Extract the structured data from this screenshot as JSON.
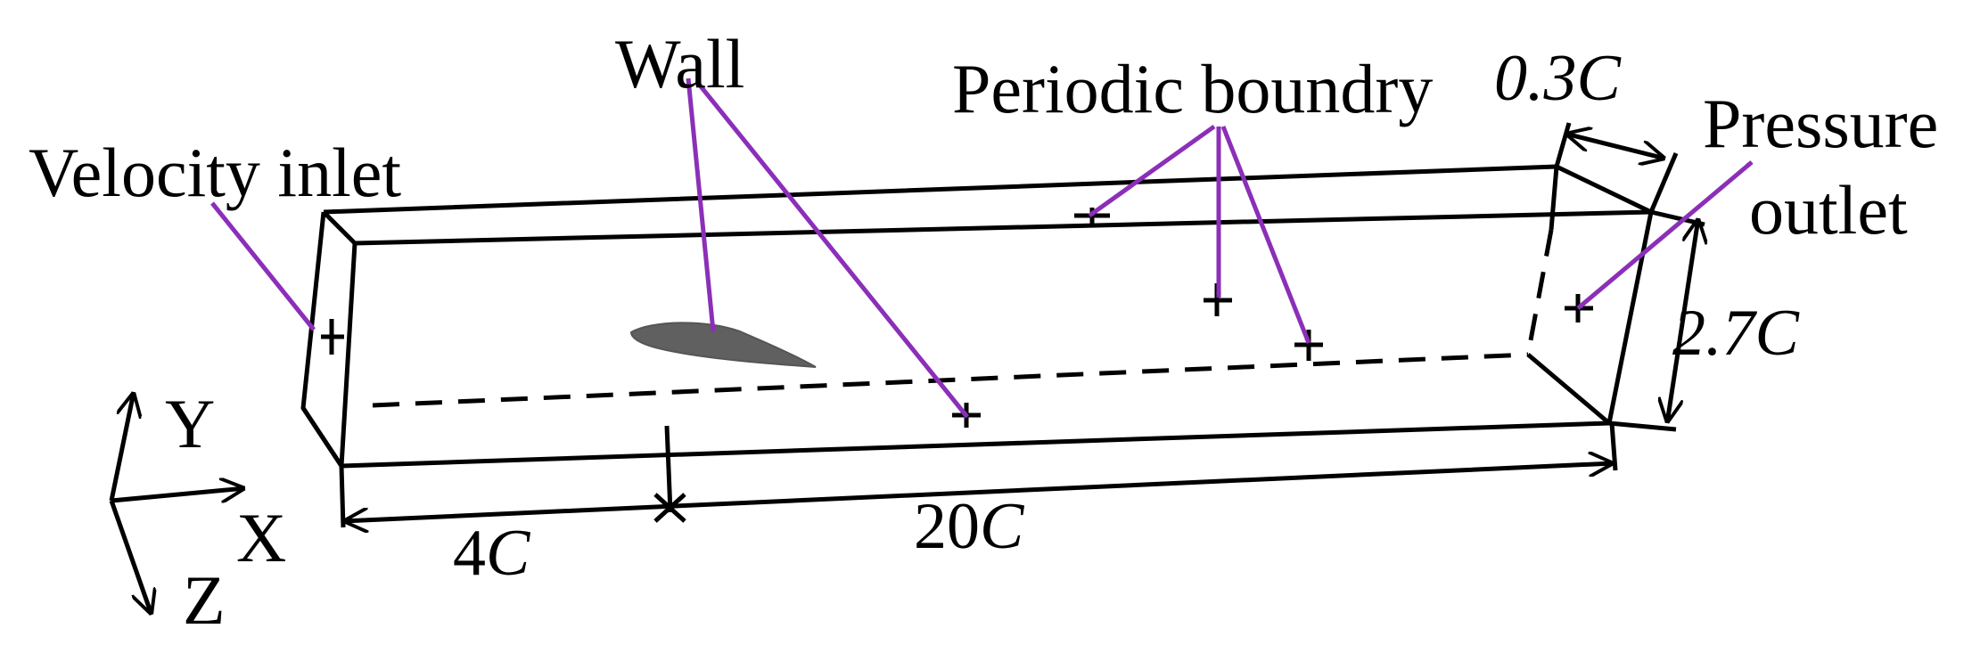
{
  "labels": {
    "wall": "Wall",
    "periodic": "Periodic boundry",
    "velocity_inlet": "Velocity inlet",
    "pressure_line1": "Pressure",
    "pressure_line2": "outlet"
  },
  "dimensions": {
    "span_num": "0.3",
    "height_num": "2.7",
    "upstream_num": "4",
    "length_num": "20",
    "chord_symbol": "C"
  },
  "axes": {
    "y": "Y",
    "x": "X",
    "z": "Z"
  },
  "colors": {
    "arrow": "#8B2FB8",
    "line": "#000000",
    "airfoil": "#606060"
  }
}
